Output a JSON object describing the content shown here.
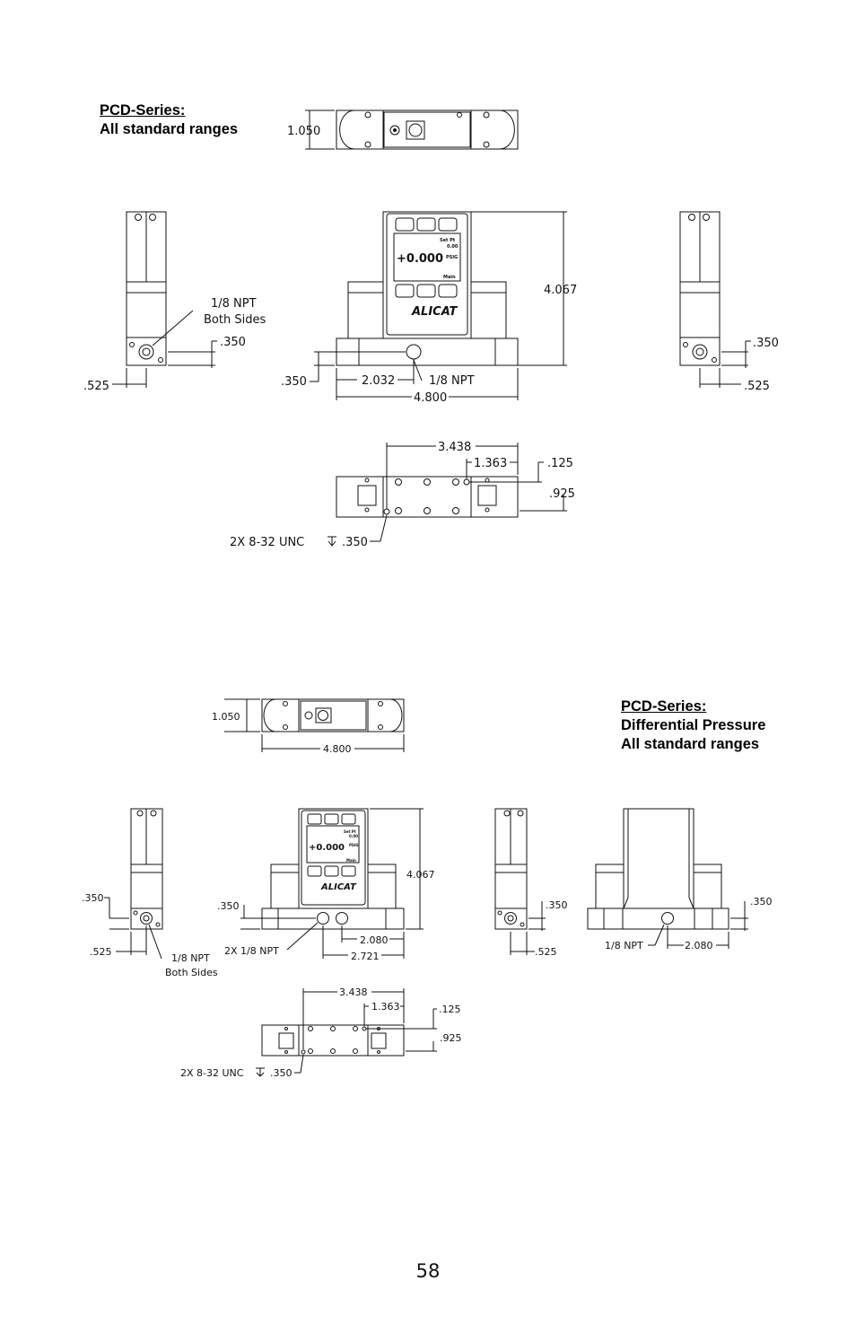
{
  "section1": {
    "heading_line1": "PCD-Series:",
    "heading_line2": "All standard ranges",
    "dims": {
      "top_height": "1.050",
      "side_npt_line1": "1/8 NPT",
      "side_npt_line2": "Both Sides",
      "left_350": ".350",
      "left_525": ".525",
      "front_350": ".350",
      "front_2032": "2.032",
      "front_npt": "1/8  NPT",
      "front_4800": "4.800",
      "front_4067": "4.067",
      "right_350": ".350",
      "right_525": ".525",
      "bottom_3438": "3.438",
      "bottom_1363": "1.363",
      "bottom_125": ".125",
      "bottom_925": ".925",
      "bottom_thread": "2X 8-32 UNC",
      "bottom_depth": ".350"
    }
  },
  "section2": {
    "heading_line1": "PCD-Series:",
    "heading_line2": "Differential Pressure",
    "heading_line3": "All standard ranges",
    "dims": {
      "top_height": "1.050",
      "top_width": "4.800",
      "left_350": ".350",
      "left_525": ".525",
      "left_npt_line1": "1/8 NPT",
      "left_npt_line2": "Both Sides",
      "front_350": ".350",
      "front_4067": "4.067",
      "front_npt": "2X 1/8 NPT",
      "front_2080": "2.080",
      "front_2721": "2.721",
      "side_350": ".350",
      "side_525": ".525",
      "rear_350": ".350",
      "rear_npt": "1/8 NPT",
      "rear_2080": "2.080",
      "bottom_3438": "3.438",
      "bottom_1363": "1.363",
      "bottom_125": ".125",
      "bottom_925": ".925",
      "bottom_thread": "2X 8-32 UNC",
      "bottom_depth": ".350"
    }
  },
  "device_display": {
    "reading": "+0.000",
    "units_line1": "Set Pt",
    "units_line2": "0.00",
    "gas": "PSIG",
    "mode": "Main",
    "logo": "ALICAT"
  },
  "page_number": "58"
}
